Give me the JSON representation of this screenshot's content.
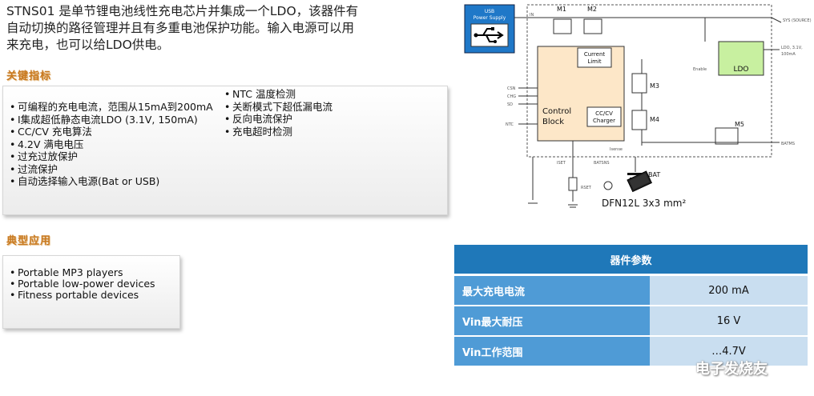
{
  "intro": "STNS01 是单节锂电池线性充电芯片并集成一个LDO，该器件有自动切换的路径管理并且有多重电池保护功能。输入电源可以用来充电，也可以给LDO供电。",
  "key_params": {
    "title": "关键指标",
    "col1": [
      "可编程的充电电流，范围从15mA到200mA",
      "I集成超低静态电流LDO (3.1V, 150mA)",
      "CC/CV 充电算法",
      "4.2V 满电电压",
      "过充过放保护",
      "过流保护",
      "自动选择输入电源(Bat or USB)"
    ],
    "col2": [
      "NTC 温度检测",
      "关断模式下超低漏电流",
      "反向电流保护",
      "充电超时检测"
    ]
  },
  "typical_apps": {
    "title": "典型应用",
    "items": [
      "Portable MP3 players",
      "Portable low-power devices",
      "Fitness portable devices"
    ]
  },
  "diagram": {
    "usb_label": "USB Power Supply",
    "m1": "M1",
    "m2": "M2",
    "m3": "M3",
    "m4": "M4",
    "m5": "M5",
    "current_limit": "Current Limit",
    "control_block": "Control Block",
    "cccv": "CC/CV Charger",
    "ldo": "LDO",
    "in": "IN",
    "sys": "SYS (SOURCE)",
    "ldo_out": "LDO, 3.1V, 100mA",
    "enable": "Enable",
    "csn": "CSN",
    "chg": "CHG",
    "sd": "SD",
    "ntc": "NTC",
    "batms": "BATMS",
    "isense": "Isense",
    "iset": "ISET",
    "batsns": "BATSNS",
    "rset": "RSET",
    "bat": "BAT",
    "package": "DFN12L 3x3 mm²"
  },
  "params_table": {
    "header": "器件参数",
    "rows": [
      {
        "k": "最大充电电流",
        "v": "200 mA"
      },
      {
        "k": "Vin最大耐压",
        "v": "16 V"
      },
      {
        "k": "Vin工作范围",
        "v": "…4.7V"
      }
    ]
  },
  "watermark": "电子发烧友",
  "colors": {
    "accent_title": "#c8781e",
    "table_header": "#1f78b9",
    "table_key": "#4f9bd6",
    "table_value": "#c9def0",
    "control_block": "#fde7c8",
    "ldo_block": "#c8f0a0",
    "usb_block": "#1f78c8"
  }
}
